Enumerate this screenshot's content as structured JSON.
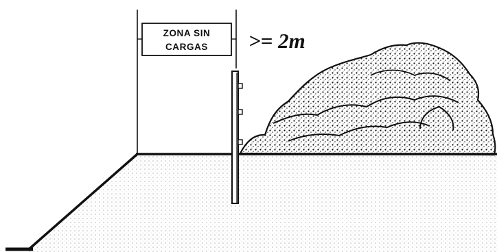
{
  "sign": {
    "line1": "ZONA SIN",
    "line2": "CARGAS"
  },
  "distance_label": ">= 2m",
  "colors": {
    "ink": "#111111",
    "paper": "#ffffff"
  }
}
